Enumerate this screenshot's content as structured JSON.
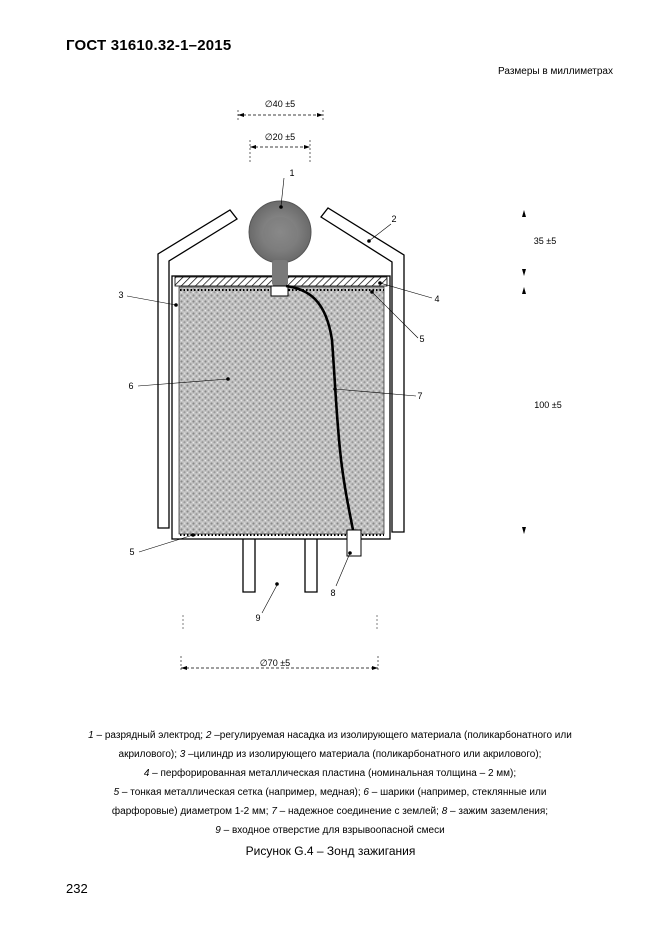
{
  "header": {
    "standard_id": "ГОСТ 31610.32-1–2015"
  },
  "units_note": "Размеры в миллиметрах",
  "dimensions": {
    "d40": "∅40 ±5",
    "d20": "∅20 ±5",
    "d70": "∅70 ±5",
    "h35": "35 ±5",
    "h100": "100 ±5"
  },
  "callouts": {
    "c1": "1",
    "c2": "2",
    "c3": "3",
    "c4": "4",
    "c5a": "5",
    "c6": "6",
    "c7": "7",
    "c5b": "5",
    "c8": "8",
    "c9": "9"
  },
  "caption": {
    "l1_n1": "1",
    "l1_t1": " – разрядный электрод;  ",
    "l1_n2": "2",
    "l1_t2": " –регулируемая насадка из изолирующего материала (поликарбонатного или",
    "l2_t1": "акрилового);  ",
    "l2_n3": "3",
    "l2_t2": " –цилиндр из изолирующего материала (поликарбонатного или акрилового);",
    "l3_n4": "4",
    "l3_t1": " – перфорированная металлическая пластина (номинальная толщина  – 2 мм);",
    "l4_n5": "5",
    "l4_t1": " – тонкая металлическая сетка (например, медная);  ",
    "l4_n6": "6",
    "l4_t2": " – шарики (например, стеклянные или",
    "l5_t1": "фарфоровые) диаметром 1-2 мм;  ",
    "l5_n7": "7",
    "l5_t2": " – надежное соединение с землей;  ",
    "l5_n8": "8",
    "l5_t3": " – зажим заземления;",
    "l6_n9": "9",
    "l6_t1": " – входное отверстие для взрывоопасной смеси"
  },
  "figure_title": "Рисунок G.4 – Зонд зажигания",
  "page_number": "232"
}
